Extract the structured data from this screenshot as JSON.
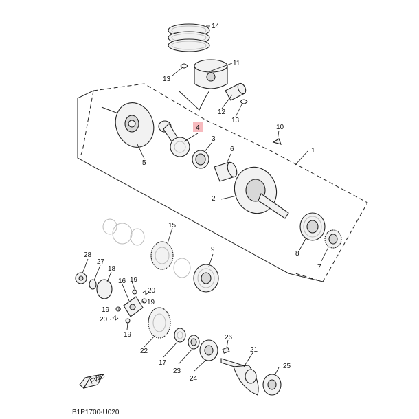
{
  "diagram": {
    "code": "B1P1700-U020",
    "fwd_label": "FWD",
    "highlight_color": "#f4a3a8",
    "callouts": [
      {
        "id": "c1",
        "text": "1"
      },
      {
        "id": "c2",
        "text": "2"
      },
      {
        "id": "c3",
        "text": "3"
      },
      {
        "id": "c4",
        "text": "4"
      },
      {
        "id": "c5",
        "text": "5"
      },
      {
        "id": "c6",
        "text": "6"
      },
      {
        "id": "c7",
        "text": "7"
      },
      {
        "id": "c8",
        "text": "8"
      },
      {
        "id": "c9",
        "text": "9"
      },
      {
        "id": "c10",
        "text": "10"
      },
      {
        "id": "c11",
        "text": "11"
      },
      {
        "id": "c12",
        "text": "12"
      },
      {
        "id": "c13a",
        "text": "13"
      },
      {
        "id": "c13b",
        "text": "13"
      },
      {
        "id": "c14",
        "text": "14"
      },
      {
        "id": "c15",
        "text": "15"
      },
      {
        "id": "c16",
        "text": "16"
      },
      {
        "id": "c17",
        "text": "17"
      },
      {
        "id": "c18",
        "text": "18"
      },
      {
        "id": "c19a",
        "text": "19"
      },
      {
        "id": "c19b",
        "text": "19"
      },
      {
        "id": "c19c",
        "text": "19"
      },
      {
        "id": "c19d",
        "text": "19"
      },
      {
        "id": "c20a",
        "text": "20"
      },
      {
        "id": "c20b",
        "text": "20"
      },
      {
        "id": "c21",
        "text": "21"
      },
      {
        "id": "c22",
        "text": "22"
      },
      {
        "id": "c23",
        "text": "23"
      },
      {
        "id": "c24",
        "text": "24"
      },
      {
        "id": "c25",
        "text": "25"
      },
      {
        "id": "c26",
        "text": "26"
      },
      {
        "id": "c27",
        "text": "27"
      },
      {
        "id": "c28",
        "text": "28"
      }
    ]
  }
}
